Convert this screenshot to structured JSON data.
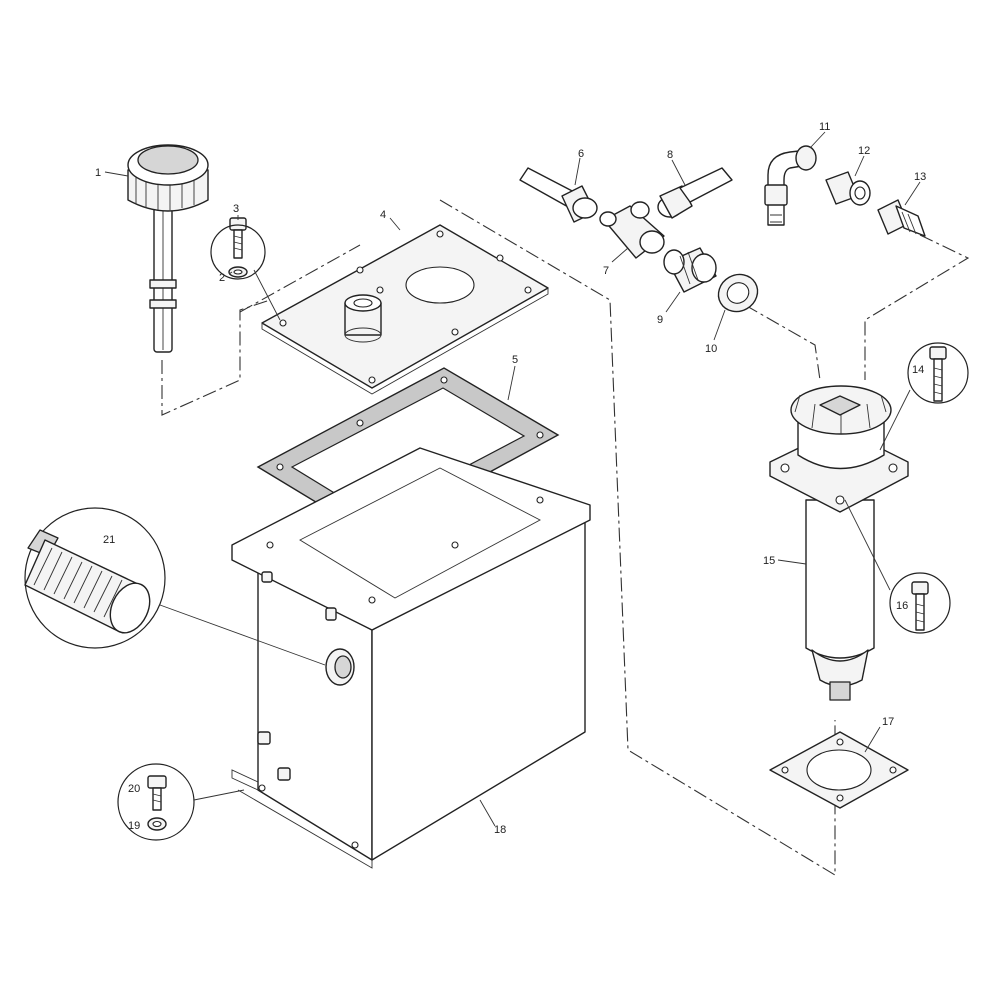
{
  "diagram": {
    "callouts": [
      {
        "id": "c1",
        "label": "1"
      },
      {
        "id": "c2",
        "label": "2"
      },
      {
        "id": "c3",
        "label": "3"
      },
      {
        "id": "c4",
        "label": "4"
      },
      {
        "id": "c5",
        "label": "5"
      },
      {
        "id": "c6",
        "label": "6"
      },
      {
        "id": "c7",
        "label": "7"
      },
      {
        "id": "c8",
        "label": "8"
      },
      {
        "id": "c9",
        "label": "9"
      },
      {
        "id": "c10",
        "label": "10"
      },
      {
        "id": "c11",
        "label": "11"
      },
      {
        "id": "c12",
        "label": "12"
      },
      {
        "id": "c13",
        "label": "13"
      },
      {
        "id": "c14",
        "label": "14"
      },
      {
        "id": "c15",
        "label": "15"
      },
      {
        "id": "c16",
        "label": "16"
      },
      {
        "id": "c17",
        "label": "17"
      },
      {
        "id": "c18",
        "label": "18"
      },
      {
        "id": "c19",
        "label": "19"
      },
      {
        "id": "c20",
        "label": "20"
      },
      {
        "id": "c21",
        "label": "21"
      }
    ],
    "colors": {
      "line": "#222222",
      "fill": "#f4f4f4",
      "background": "#ffffff"
    }
  }
}
